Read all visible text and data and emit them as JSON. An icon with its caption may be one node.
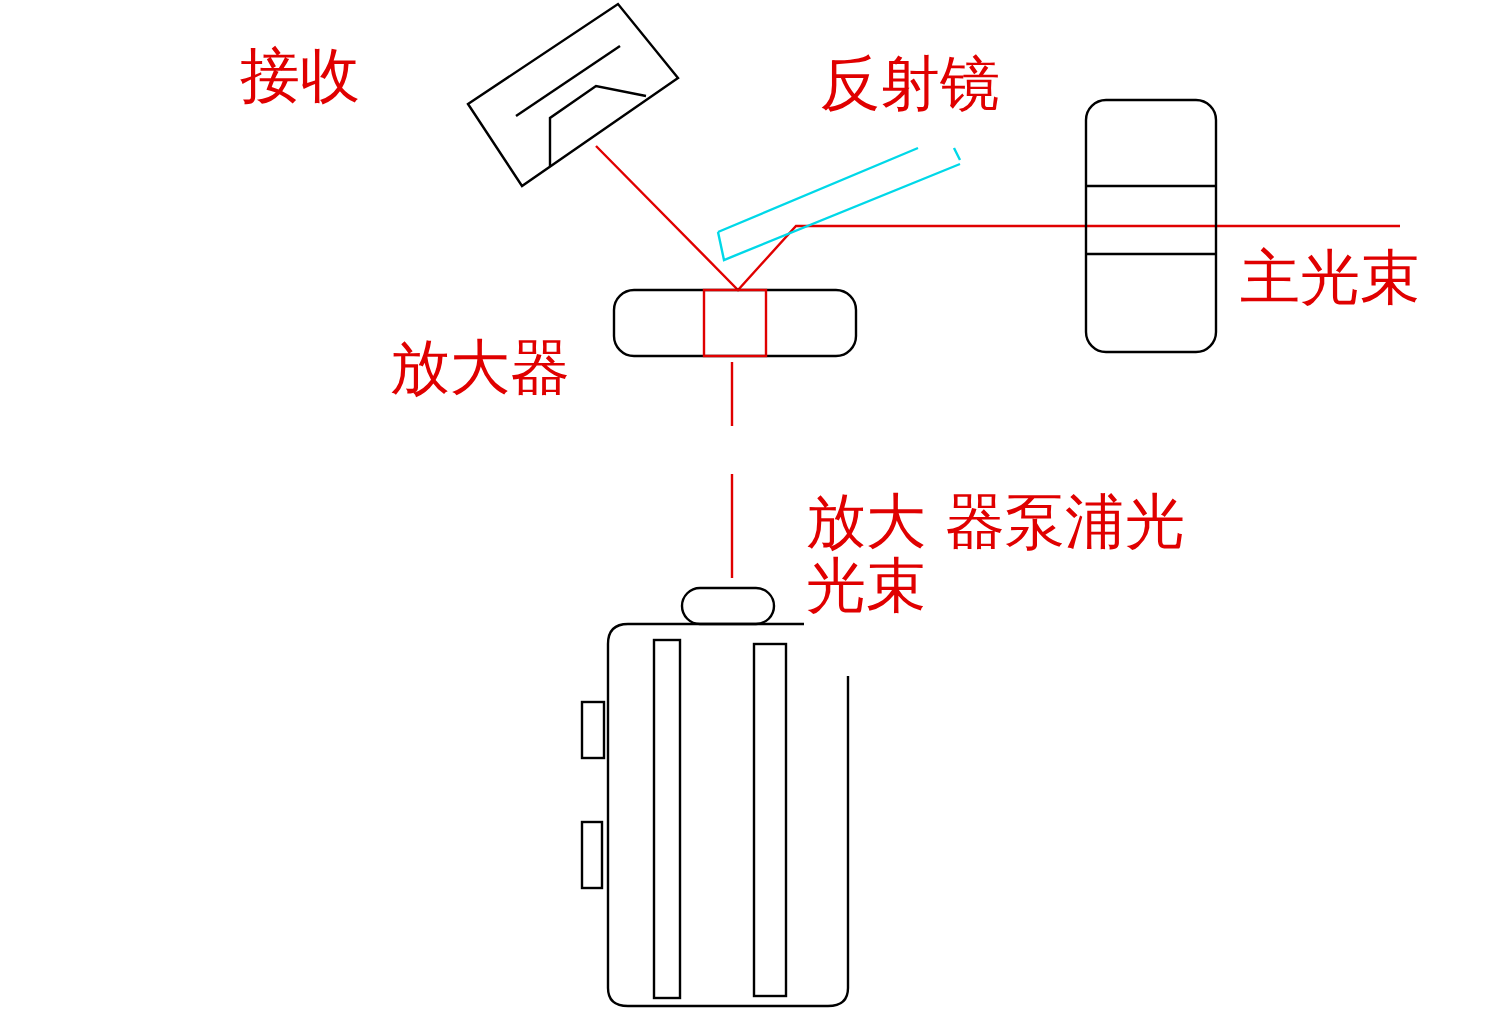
{
  "diagram": {
    "labels": [
      "接收",
      "反射镜",
      "主光束",
      "放大器",
      "放大 器泵浦光光束"
    ]
  }
}
